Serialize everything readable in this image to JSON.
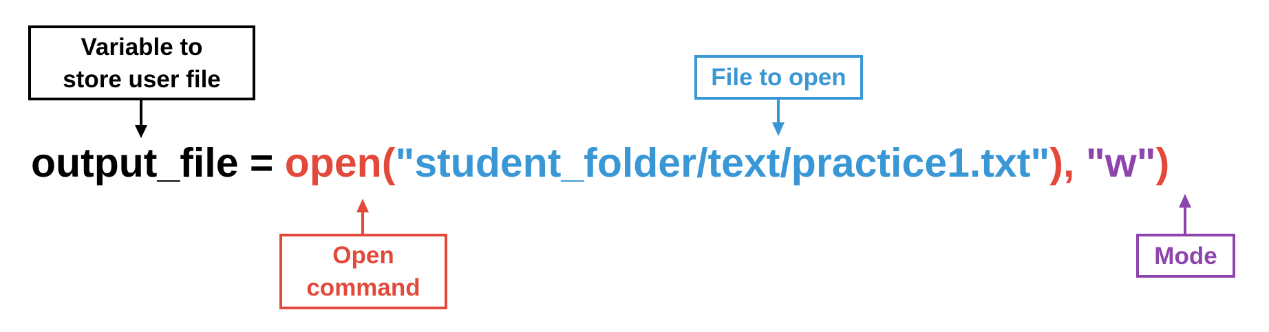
{
  "code": {
    "variable": "output_file",
    "assign": " = ",
    "func": "open",
    "paren_open": "(",
    "path": "\"student_folder/text/practice1.txt\"",
    "paren_close_comma": "), ",
    "mode": "\"w\"",
    "paren_close": ")"
  },
  "annotations": {
    "variable": {
      "line1": "Variable to",
      "line2": "store user file"
    },
    "file": {
      "label": "File to open"
    },
    "open": {
      "line1": "Open",
      "line2": "command"
    },
    "mode": {
      "label": "Mode"
    }
  },
  "colors": {
    "variable": "#000000",
    "open": "#e2493b",
    "file": "#3a97d6",
    "mode": "#8e44ad"
  }
}
